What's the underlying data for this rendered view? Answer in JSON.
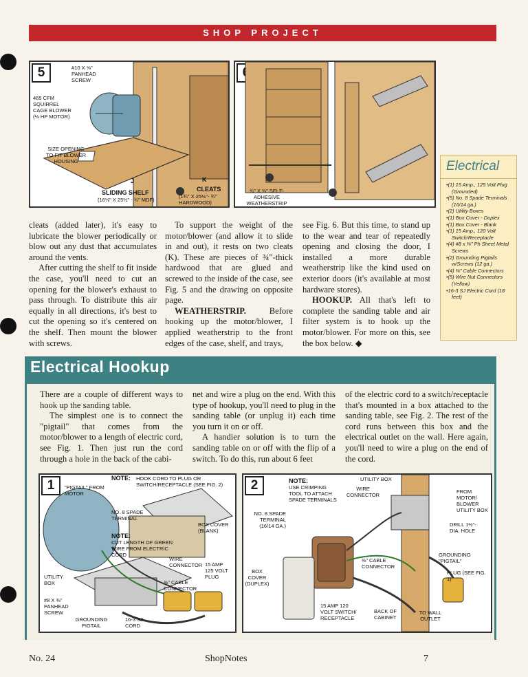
{
  "header": {
    "section": "SHOP PROJECT"
  },
  "fig5": {
    "number": "5",
    "labels": {
      "screw": "#10 x ⅝\" PANHEAD SCREW",
      "blower": "465 cfm SQUIRREL CAGE BLOWER (⅛ hp MOTOR)",
      "opening": "SIZE OPENING TO FIT BLOWER HOUSING",
      "j": "J",
      "shelf": "SLIDING SHELF",
      "shelf_dims": "(16⅝\" x 25½\" - ¾\" MDF)",
      "k": "K",
      "cleats": "CLEATS",
      "cleats_dims": "(1¾\" x 25½\"- ¾\" HARDWOOD)"
    }
  },
  "fig6": {
    "number": "6",
    "labels": {
      "strip": "¾\" x ⅜\" SELF-ADHESIVE WEATHERSTRIP"
    }
  },
  "sidebar": {
    "title": "Electrical",
    "items": [
      "(1) 15 Amp., 125 Volt Plug (Grounded)",
      "(5) No. 8 Spade Terminals (16/14 ga.)",
      "(2) Utility Boxes",
      "(1) Box Cover - Duplex",
      "(1) Box Cover - Blank",
      "(1) 15 Amp., 120 Volt Switch/Receptacle",
      "(4) #8 x ⅜\" Ph Sheet Metal Screws",
      "(2) Grounding Pigtails w/Screws (12 ga.)",
      "(4) ⅜\" Cable Connectors",
      "(5) Wire Nut Connectors (Yellow)",
      "16-3 SJ Electric Cord (18 feet)"
    ]
  },
  "article": {
    "col1": [
      "cleats (added later), it's easy to lubricate the blower periodically or blow out any dust that accumulates around the vents.",
      "After cutting the shelf to fit inside the case, you'll need to cut an opening for the blower's exhaust to pass through. To distribute this air equally in all directions, it's best to cut the opening so it's centered on the shelf. Then mount the blower with screws."
    ],
    "col2": [
      "To support the weight of the motor/blower (and allow it to slide in and out), it rests on two cleats (K). These are pieces of ¾\"-thick hardwood that are glued and screwed to the inside of the case, see Fig. 5 and the drawing on opposite page."
    ],
    "col2_head": "WEATHERSTRIP.",
    "col2_after": "Before hooking up the motor/blower, I applied weatherstrip to the front edges of the case, shelf, and trays,",
    "col3": "see Fig. 6. But this time, to stand up to the wear and tear of repeatedly opening and closing the door, I installed a more durable weatherstrip like the kind used on exterior doors (it's available at most hardware stores).",
    "col3_head": "HOOKUP.",
    "col3_after": "All that's left to complete the sanding table and air filter system is to hook up the motor/blower. For more on this, see the box below."
  },
  "hookup": {
    "title": "Electrical Hookup",
    "col1": [
      "There are a couple of different ways to hook up the sanding table.",
      "The simplest one is to connect the \"pigtail\" that comes from the motor/blower to a length of electric cord, see Fig. 1. Then just run the cord through a hole in the back of the cabi-"
    ],
    "col2": [
      "net and wire a plug on the end. With this type of hookup, you'll need to plug in the sanding table (or unplug it) each time you turn it on or off.",
      "A handier solution is to turn the sanding table on or off with the flip of a switch. To do this, run about 6 feet"
    ],
    "col3": "of the electric cord to a switch/receptacle that's mounted in a box attached to the sanding table, see Fig. 2. The rest of the cord runs between this box and the electrical outlet on the wall. Here again, you'll need to wire a plug on the end of the cord."
  },
  "fig1": {
    "number": "1",
    "note_head": "NOTE:",
    "note": "HOOK CORD TO PLUG OR SWITCH/RECEPTACLE (SEE FIG. 2)",
    "labels": {
      "pigtail": "\"PIGTAIL\" FROM MOTOR",
      "spade": "NO. 8 SPADE TERMINAL",
      "note2_head": "NOTE:",
      "note2": "CUT LENGTH OF GREEN WIRE FROM ELECTRIC CORD",
      "cover": "BOX COVER (BLANK)",
      "wire": "WIRE CONNECTOR",
      "plug": "15 AMP 125 VOLT PLUG",
      "cable": "⅜\" CABLE CONNECTOR",
      "utility": "UTILITY BOX",
      "screw": "#8 x ⅜\" PANHEAD SCREW",
      "ground": "GROUNDING PIGTAIL",
      "cord": "16-3 SJ CORD"
    }
  },
  "fig2": {
    "number": "2",
    "note_head": "NOTE:",
    "note": "USE CRIMPING TOOL TO ATTACH SPADE TERMINALS",
    "labels": {
      "utility": "UTILITY BOX",
      "wire": "WIRE CONNECTOR",
      "motor": "FROM MOTOR/ BLOWER UTILITY BOX",
      "spade": "NO. 8 SPADE TERMINAL (16/14 ga.)",
      "drill": "DRILL 1½\"-DIA. HOLE",
      "cover": "BOX COVER (DUPLEX)",
      "cable": "⅜\" CABLE CONNECTOR",
      "ground": "GROUNDING \"PIGTAIL\"",
      "plug": "PLUG (SEE FIG. 1)",
      "switch": "15 AMP 120 VOLT SWITCH/ RECEPTACLE",
      "back": "BACK OF CABINET",
      "wall": "TO WALL OUTLET"
    }
  },
  "footer": {
    "issue": "No. 24",
    "magazine": "ShopNotes",
    "page": "7"
  },
  "colors": {
    "red": "#c1272d",
    "teal": "#3d8183",
    "sidebar": "#fbeec3",
    "wood": "#d6a86a"
  }
}
